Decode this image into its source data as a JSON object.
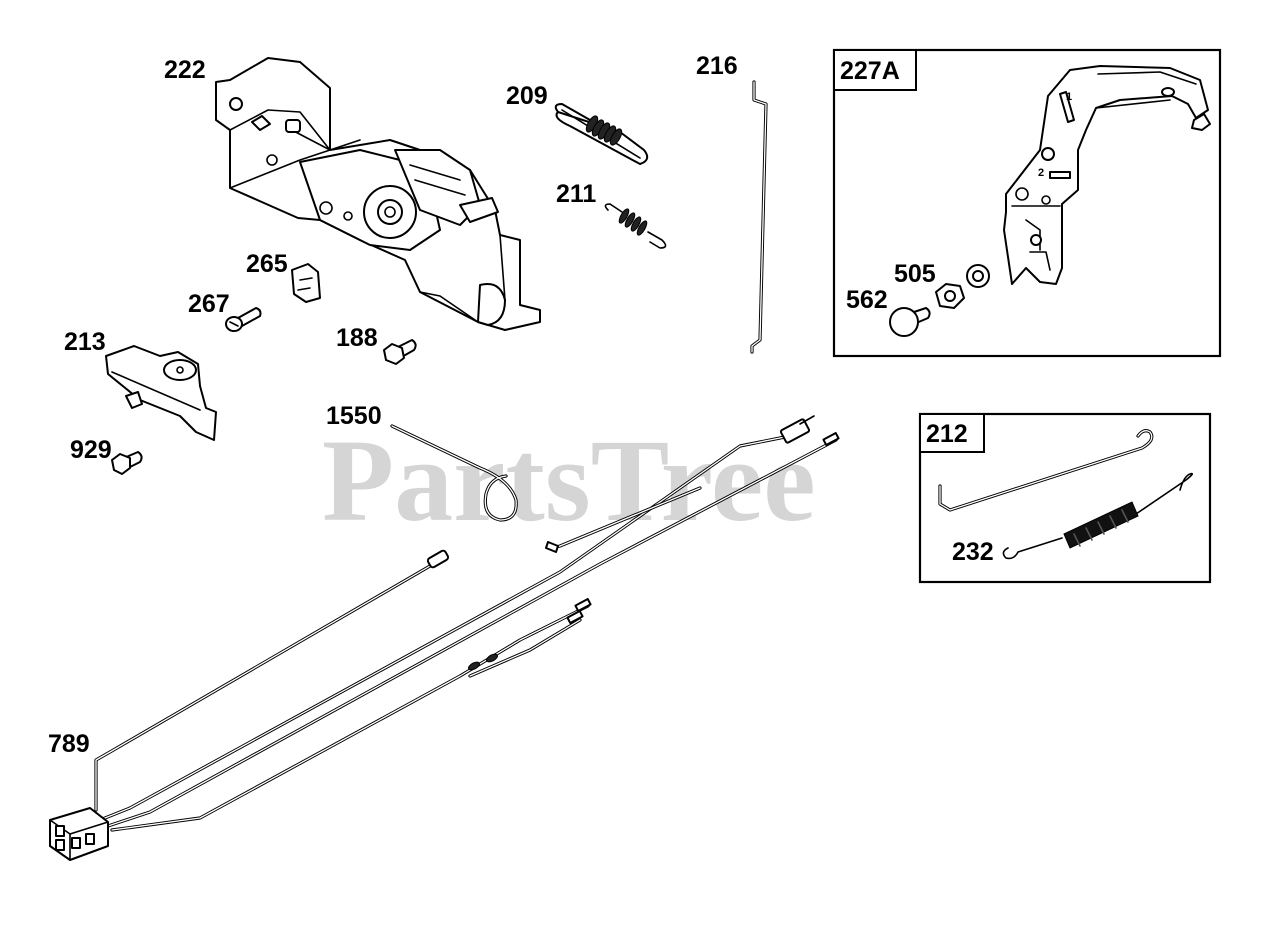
{
  "watermark": "PartsTree",
  "labels": {
    "p222": "222",
    "p209": "209",
    "p216": "216",
    "p211": "211",
    "p265": "265",
    "p267": "267",
    "p213": "213",
    "p188": "188",
    "p929": "929",
    "p1550": "1550",
    "p789": "789",
    "p227A": "227A",
    "p505": "505",
    "p562": "562",
    "p212": "212",
    "p232": "232"
  },
  "bracket_marks": {
    "mark1": "1",
    "mark2": "2"
  }
}
